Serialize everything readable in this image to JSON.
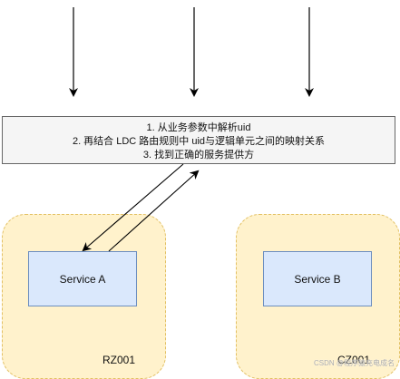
{
  "steps": [
    "1. 从业务参数中解析uid",
    "2. 再结合 LDC 路由规则中 uid与逻辑单元之间的映射关系",
    "3. 找到正确的服务提供方"
  ],
  "zones": {
    "rz_label": "RZ001",
    "cz_label": "CZ001"
  },
  "services": {
    "a_label": "Service A",
    "b_label": "Service B"
  },
  "watermark": "CSDN @程序猿充电成名",
  "colors": {
    "zone_fill": "#fff2cc",
    "zone_border": "#e2c063",
    "service_fill": "#dae8fc",
    "service_border": "#6c8ebf",
    "step_box_fill": "#f5f5f5",
    "arrow": "#000000"
  }
}
